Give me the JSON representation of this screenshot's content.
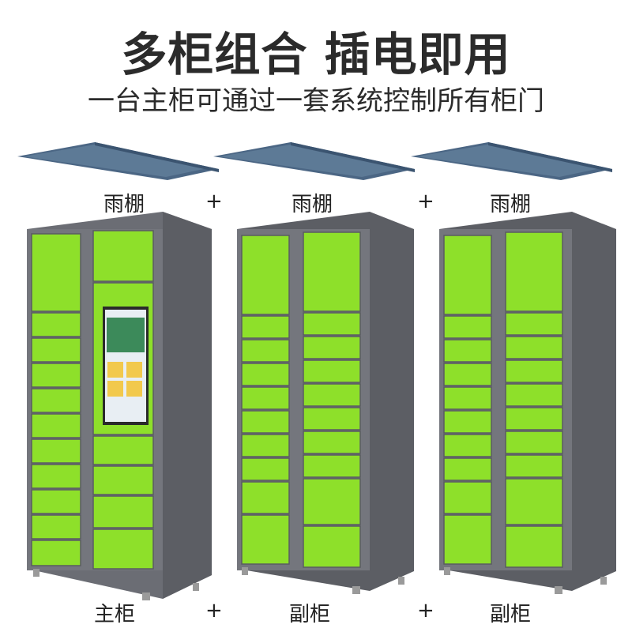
{
  "header": {
    "title": "多柜组合 插电即用",
    "subtitle": "一台主柜可通过一套系统控制所有柜门"
  },
  "canopies": [
    {
      "label": "雨棚"
    },
    {
      "label": "雨棚"
    },
    {
      "label": "雨棚"
    }
  ],
  "cabinets": [
    {
      "label": "主柜"
    },
    {
      "label": "副柜"
    },
    {
      "label": "副柜"
    }
  ],
  "plus": "+",
  "colors": {
    "door": "#8ee02a",
    "frame": "#6b6d74",
    "canopy": "#4f6d8a"
  }
}
